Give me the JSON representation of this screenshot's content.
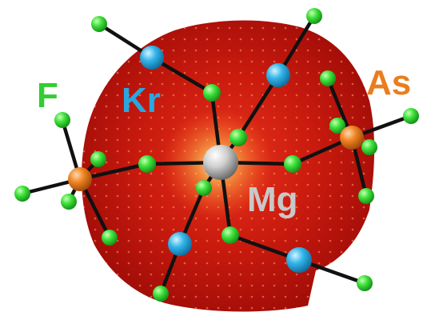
{
  "labels": {
    "fluorine": "F",
    "krypton": "Kr",
    "arsenic": "As",
    "magnesium": "Mg"
  },
  "colors": {
    "fluorine": "#33cc33",
    "krypton": "#29a8e0",
    "arsenic": "#ea7d1e",
    "magnesium": "#c8c8c8",
    "background_sphere": "#c0160c",
    "bond": "#111111"
  }
}
